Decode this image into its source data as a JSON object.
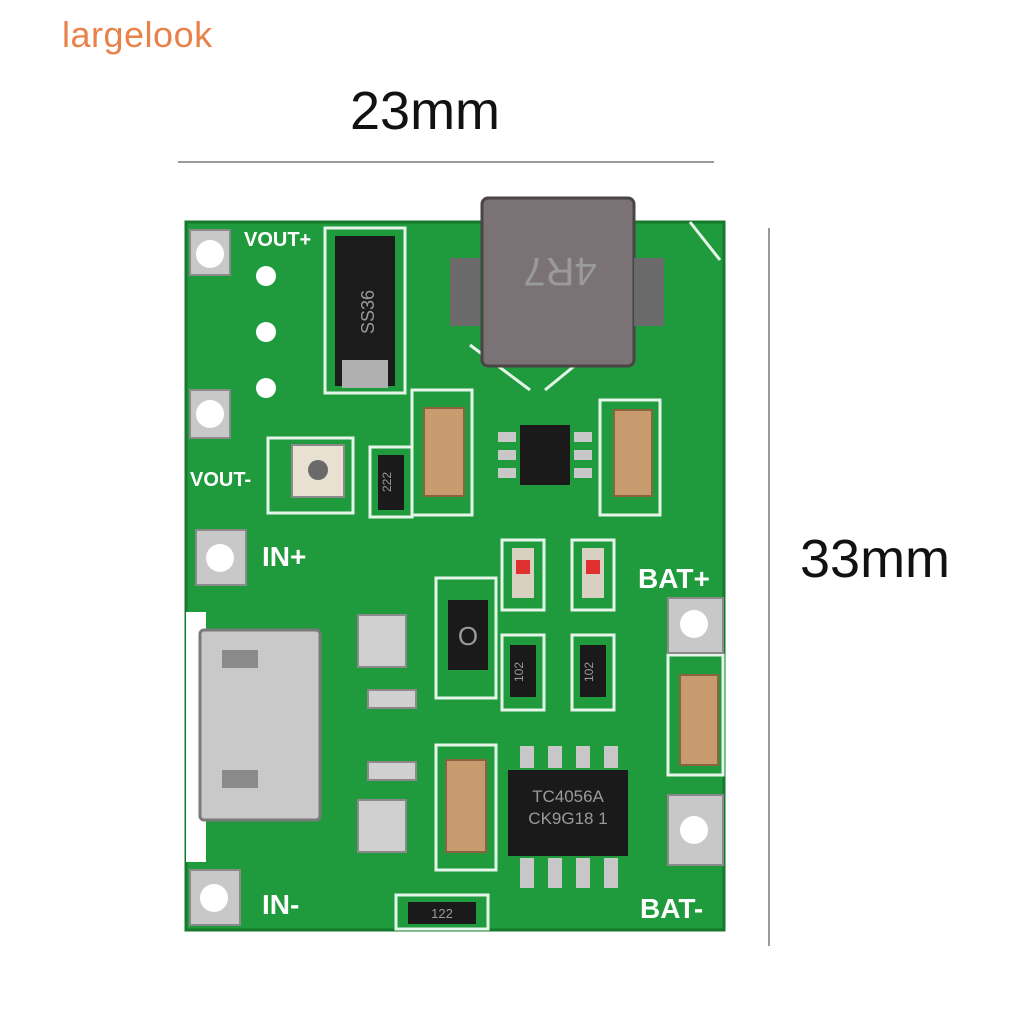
{
  "brand": "largelook",
  "dimensions": {
    "width_label": "23mm",
    "height_label": "33mm"
  },
  "silkscreen": {
    "vout_plus": "VOUT+",
    "vout_minus": "VOUT-",
    "in_plus": "IN+",
    "in_minus": "IN-",
    "bat_plus": "BAT+",
    "bat_minus": "BAT-"
  },
  "components": {
    "inductor_marking": "4R7",
    "diode_marking": "SS36",
    "charger_ic_marking_1": "TC4056A",
    "charger_ic_marking_2": "CK9G18 1",
    "resistor_marking_1": "222",
    "resistor_marking_2": "122",
    "resistor_marking_3": "102",
    "resistor_marking_4": "102",
    "resistor_marking_5": "O"
  },
  "colors": {
    "pcb_green": "#1f9a3c",
    "brand_orange": "#e8824a"
  }
}
